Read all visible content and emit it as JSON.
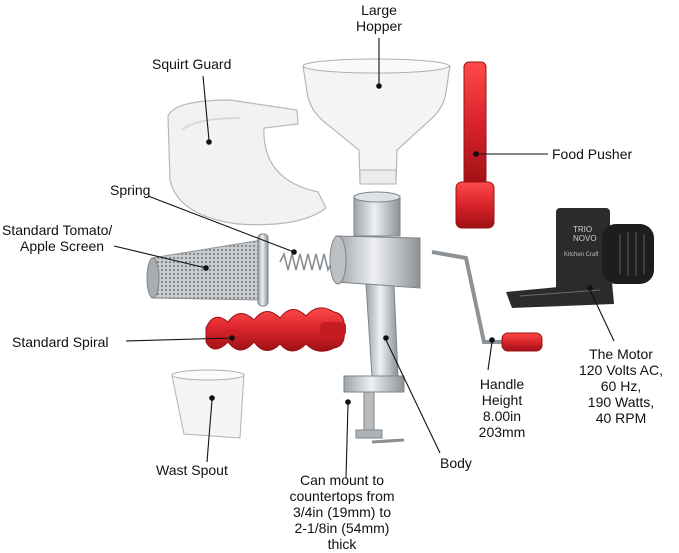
{
  "labels": {
    "large_hopper": [
      "Large",
      "Hopper"
    ],
    "squirt_guard": "Squirt Guard",
    "food_pusher": "Food Pusher",
    "spring": "Spring",
    "screen": [
      "Standard Tomato/",
      "Apple Screen"
    ],
    "spiral": "Standard Spiral",
    "spout": "Wast Spout",
    "body": "Body",
    "handle": [
      "Handle",
      "Height",
      "8.00in",
      "203mm"
    ],
    "mount": [
      "Can mount to",
      "countertops from",
      "3/4in (19mm) to",
      "2-1/8in (54mm)",
      "thick"
    ],
    "motor": [
      "The Motor",
      "120 Volts AC,",
      "60 Hz,",
      "190 Watts,",
      "40 RPM"
    ]
  },
  "motor_box_text": [
    "TRIO",
    "NOVO",
    "Kitchen Craft"
  ],
  "colors": {
    "red": "#d8232a",
    "metal": "#cfd3d6",
    "plastic_white": "#f4f4f4",
    "motor_dark": "#2b2b2b"
  }
}
